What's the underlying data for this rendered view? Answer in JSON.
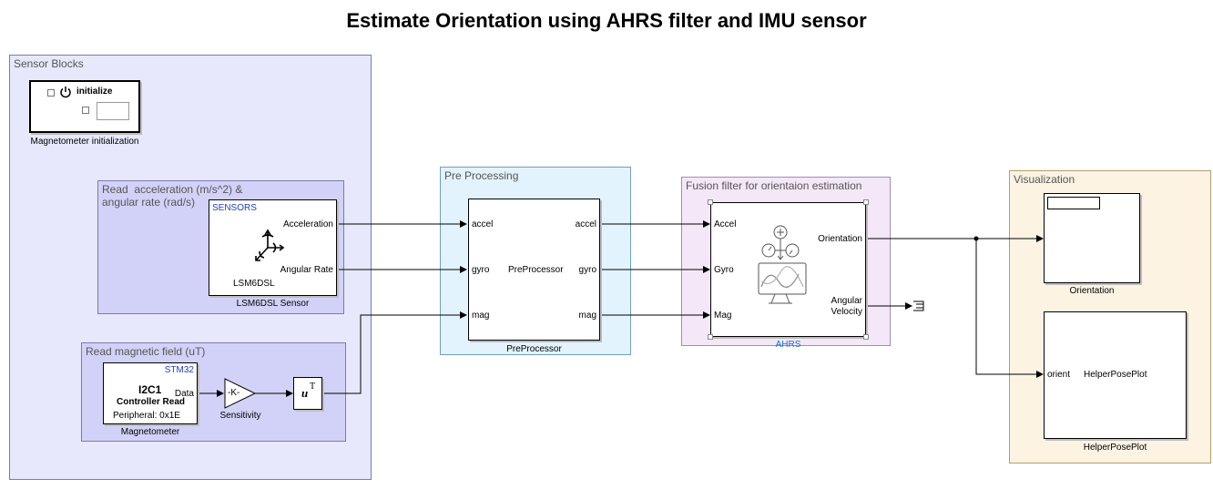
{
  "title": "Estimate Orientation using AHRS filter and IMU sensor",
  "areas": {
    "sensor_blocks": "Sensor Blocks",
    "read_accel": "Read  acceleration (m/s^2) &\nangular rate (rad/s)",
    "read_mag": "Read magnetic field (uT)",
    "pre_processing": "Pre Processing",
    "fusion": "Fusion filter for orientaion estimation",
    "visualization": "Visualization"
  },
  "blocks": {
    "init": {
      "label": "initialize",
      "caption": "Magnetometer initialization"
    },
    "lsm6dsl": {
      "badge": "SENSORS",
      "out1": "Acceleration",
      "out2": "Angular Rate",
      "name": "LSM6DSL",
      "caption": "LSM6DSL Sensor"
    },
    "i2c": {
      "badge": "STM32",
      "line1": "I2C1",
      "line2": "Controller Read",
      "line3": "Peripheral: 0x1E",
      "out": "Data",
      "caption": "Magnetometer"
    },
    "gain": {
      "label": "-K-",
      "caption": "Sensitivity"
    },
    "transpose": {
      "label": "u",
      "sup": "T"
    },
    "preproc": {
      "in1": "accel",
      "in2": "gyro",
      "in3": "mag",
      "out1": "accel",
      "out2": "gyro",
      "out3": "mag",
      "center": "PreProcessor",
      "caption": "PreProcessor"
    },
    "ahrs": {
      "in1": "Accel",
      "in2": "Gyro",
      "in3": "Mag",
      "out1": "Orientation",
      "out2": "Angular\nVelocity",
      "caption": "AHRS"
    },
    "scope": {
      "caption": "Orientation"
    },
    "pose": {
      "in": "orient",
      "center": "HelperPosePlot",
      "caption": "HelperPosePlot"
    }
  },
  "colors": {
    "sensor_area": "#e8e8fd",
    "sub_area": "#d2d2f8",
    "pre_area": "#e3f3fd",
    "fusion_area": "#f4e8f8",
    "vis_area": "#fcf3e3",
    "link": "#1a73c9"
  }
}
